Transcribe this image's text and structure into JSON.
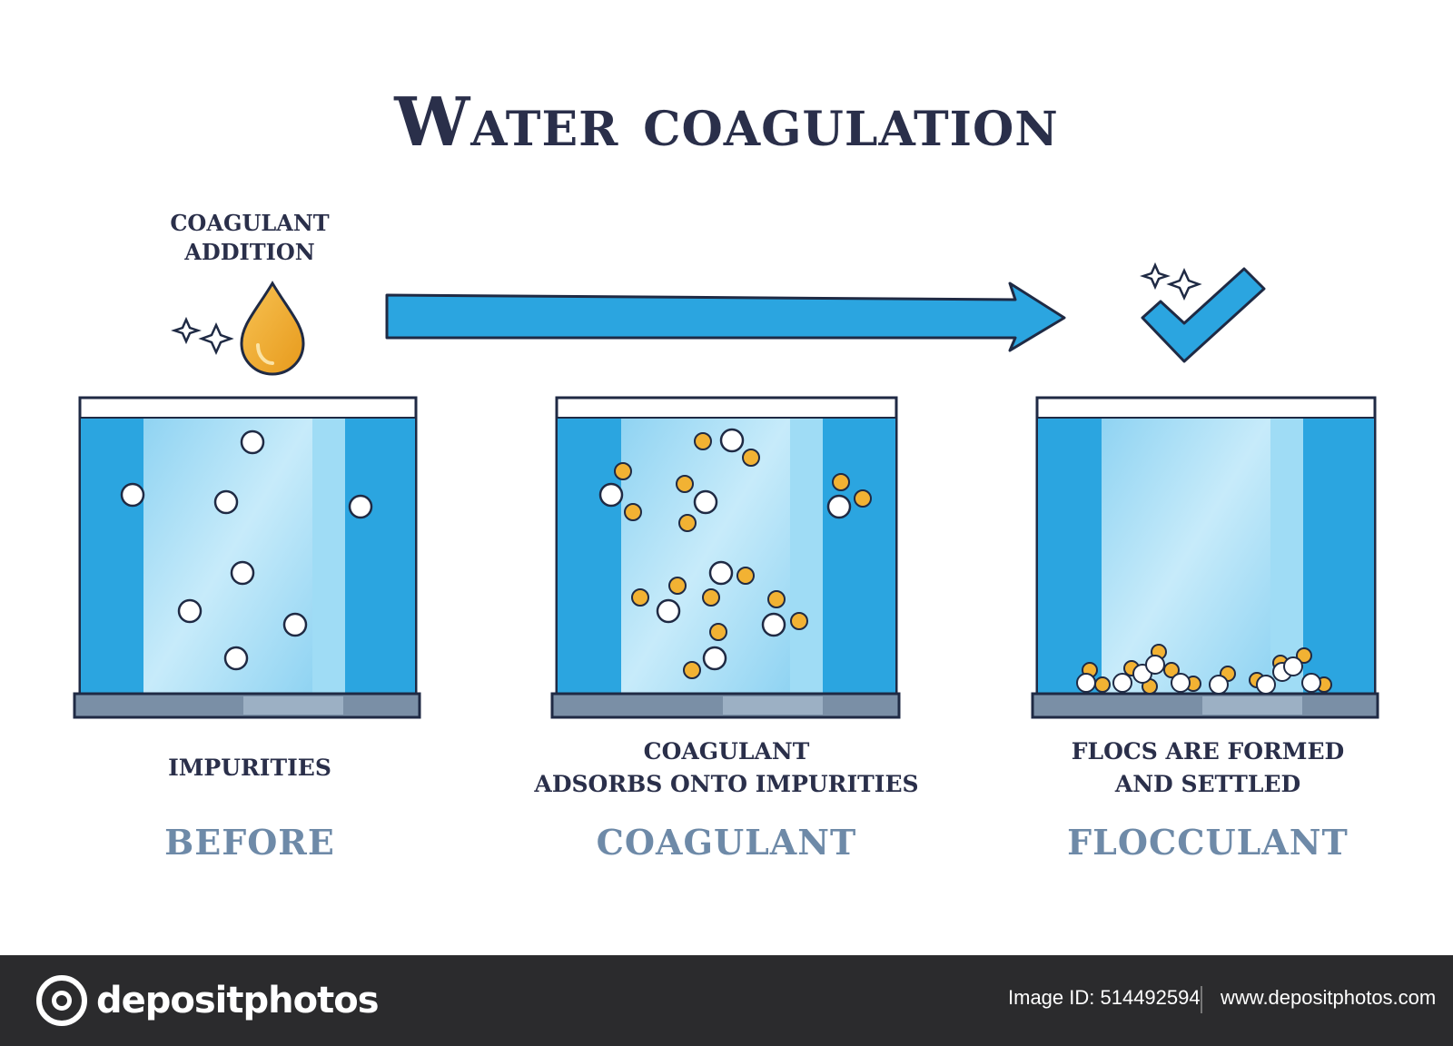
{
  "title": "Water coagulation",
  "addition_label": "COAGULANT\nADDITION",
  "panels": [
    {
      "caption": "IMPURITIES",
      "stage": "BEFORE"
    },
    {
      "caption": "COAGULANT\nADSORBS ONTO IMPURITIES",
      "stage": "COAGULANT"
    },
    {
      "caption": "FLOCS ARE FORMED\nAND SETTLED",
      "stage": "FLOCCULANT"
    }
  ],
  "icons": {
    "drop": "coagulant-drop-icon",
    "arrow": "process-arrow-icon",
    "check": "checkmark-icon",
    "sparkle": "sparkle-icon"
  },
  "colors": {
    "water_dark": "#2ba5e0",
    "water_light": "#bfe6f8",
    "outline": "#1f2a44",
    "coagulant": "#f2b233",
    "impurity": "#ffffff",
    "base": "#7a8fa6",
    "title": "#2a2f4a",
    "stage_label": "#6e8aa8"
  },
  "footer": {
    "brand": "depositphotos",
    "image_id": "Image ID: 514492594",
    "site": "www.depositphotos.com"
  }
}
